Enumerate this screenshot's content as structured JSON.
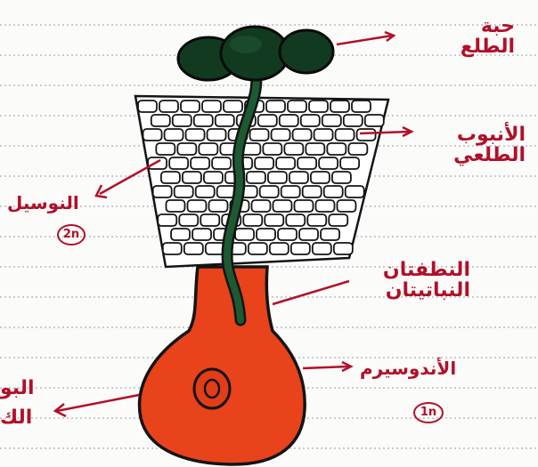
{
  "labels": {
    "pollen_grain": "حبة الطلع",
    "pollen_tube": "الأنبوب الطلعي",
    "nucellus": "النوسيل",
    "male_nuclei": "النطفتان النباتيتان",
    "endosperm": "الأندوسيرم",
    "embryo_sac_partial": "البو الك"
  },
  "numbers": {
    "nucellus_num": "2n",
    "endosperm_num": "1n"
  },
  "colors": {
    "ink": "#b0102a",
    "embryo_sac": "#e8431a",
    "pollen": "#123a20",
    "cells": "#ffffff",
    "outline": "#141414"
  }
}
